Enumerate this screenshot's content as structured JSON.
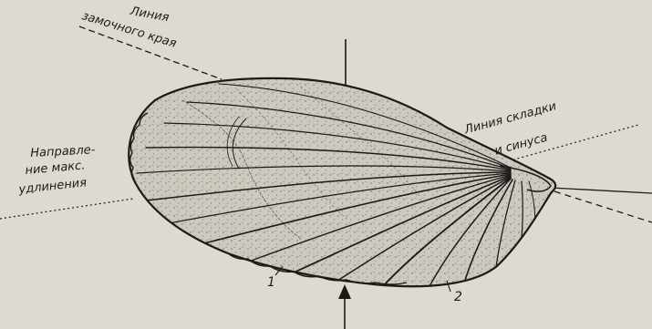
{
  "labels": {
    "hinge_line": [
      "Линия",
      "замочного края"
    ],
    "fold_line": [
      "Линия складки",
      "и синуса"
    ],
    "max_elongation": [
      "Направле-",
      "ние макс.",
      "удлинения"
    ],
    "number_1": "1",
    "number_2": "2"
  },
  "colors": {
    "paper": "#dddad1",
    "ink": "#1c1b18",
    "shell_fill": "#cdc9be"
  }
}
